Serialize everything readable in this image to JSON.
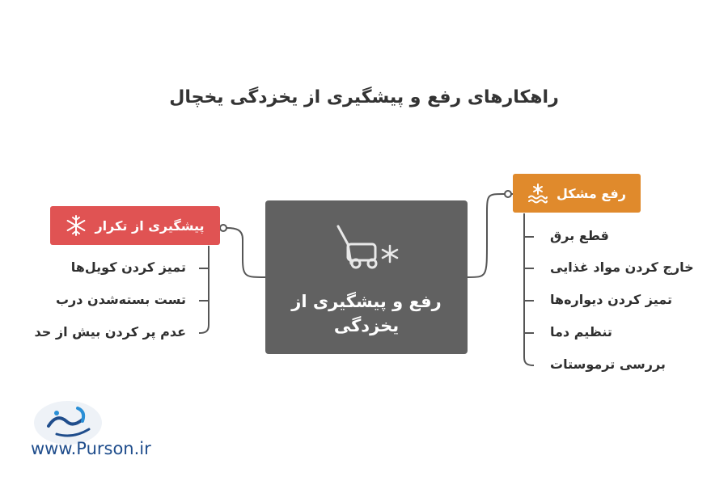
{
  "title": "راهکارهای رفع و پیشگیری از  یخزدگی یخچال",
  "center": {
    "label_line1": "رفع و پیشگیری از",
    "label_line2": "یخزدگی",
    "icon": "fridge-snowflake-icon"
  },
  "branches": {
    "right": {
      "label": "رفع مشکل",
      "icon": "water-snowflake-icon",
      "color": "#e08a2c",
      "items": [
        "قطع برق",
        "خارج کردن مواد غذایی",
        "تمیز کردن دیواره‌ها",
        "تنظیم دما",
        "بررسی ترموستات"
      ]
    },
    "left": {
      "label": "پیشگیری از تکرار",
      "icon": "snowflake-icon",
      "color": "#e05353",
      "items": [
        "تمیز کردن کویل‌ها",
        "تست بسته‌شدن درب",
        "عدم پر کردن بیش از حد"
      ]
    }
  },
  "logo": {
    "brand_text": "www.Purson.ir",
    "mark": "purson-logo-mark"
  },
  "colors": {
    "center_box": "#616161",
    "connector": "#555555",
    "text": "#2f2f2f"
  }
}
